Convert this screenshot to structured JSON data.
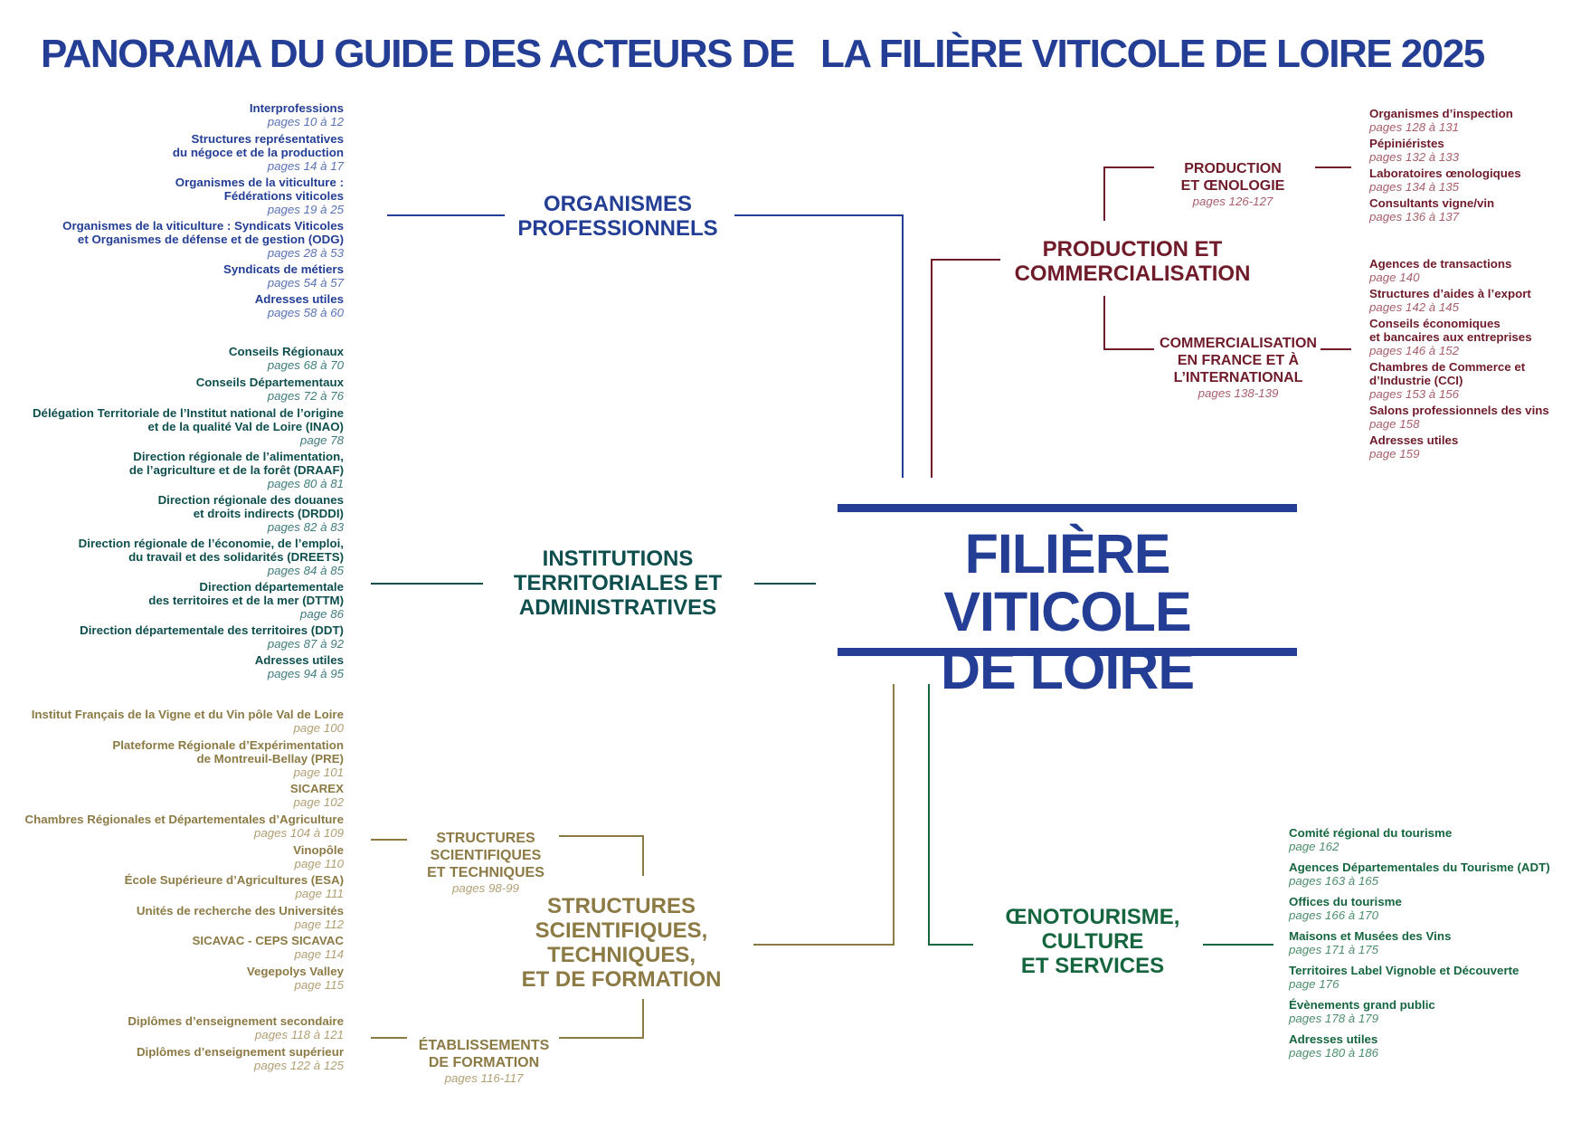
{
  "title": {
    "part1": "PANORAMA DU GUIDE DES ACTEURS DE",
    "part2": "LA FILIÈRE VITICOLE DE LOIRE 2025"
  },
  "center": {
    "label": "FILIÈRE VITICOLE\nDE LOIRE",
    "color": "#233e94"
  },
  "branches": {
    "organismes": {
      "label": "ORGANISMES\nPROFESSIONNELS",
      "color": "#233e94",
      "items": [
        {
          "label": "Interprofessions",
          "pages": "pages 10 à 12"
        },
        {
          "label": "Structures représentatives\ndu négoce et de la production",
          "pages": "pages 14 à 17"
        },
        {
          "label": "Organismes de la viticulture :\nFédérations viticoles",
          "pages": "pages 19 à 25"
        },
        {
          "label": "Organismes de la viticulture : Syndicats Viticoles\net Organismes de défense et de gestion (ODG)",
          "pages": "pages 28 à 53"
        },
        {
          "label": "Syndicats de métiers",
          "pages": "pages 54 à 57"
        },
        {
          "label": "Adresses utiles",
          "pages": "pages 58 à 60"
        }
      ]
    },
    "institutions": {
      "label": "INSTITUTIONS\nTERRITORIALES ET\nADMINISTRATIVES",
      "color": "#0e4f4e",
      "items": [
        {
          "label": "Conseils Régionaux",
          "pages": "pages 68 à 70"
        },
        {
          "label": "Conseils Départementaux",
          "pages": "pages 72 à 76"
        },
        {
          "label": "Délégation Territoriale de l’Institut national de l’origine\net de la qualité Val de Loire (INAO)",
          "pages": "page 78"
        },
        {
          "label": "Direction régionale de l’alimentation,\nde l’agriculture et de la forêt (DRAAF)",
          "pages": "pages 80 à 81"
        },
        {
          "label": "Direction régionale des douanes\net droits indirects (DRDDI)",
          "pages": "pages 82 à 83"
        },
        {
          "label": "Direction régionale de l’économie, de l’emploi,\ndu travail et des solidarités (DREETS)",
          "pages": "pages 84 à 85"
        },
        {
          "label": "Direction départementale\ndes territoires et de la mer (DTTM)",
          "pages": "page 86"
        },
        {
          "label": "Direction départementale des territoires (DDT)",
          "pages": "pages 87 à 92"
        },
        {
          "label": "Adresses utiles",
          "pages": "pages 94 à 95"
        }
      ]
    },
    "structures": {
      "label": "STRUCTURES\nSCIENTIFIQUES,\nTECHNIQUES,\nET DE FORMATION",
      "color": "#8c7a45",
      "sub_scientifiques": {
        "label": "STRUCTURES\nSCIENTIFIQUES\nET TECHNIQUES",
        "pages": "pages 98-99",
        "items": [
          {
            "label": "Institut Français de la Vigne et du Vin pôle Val de Loire",
            "pages": "page 100"
          },
          {
            "label": "Plateforme Régionale d’Expérimentation\nde Montreuil-Bellay (PRE)",
            "pages": "page 101"
          },
          {
            "label": "SICAREX",
            "pages": "page 102"
          },
          {
            "label": "Chambres Régionales et Départementales d’Agriculture",
            "pages": "pages 104 à 109"
          },
          {
            "label": "Vinopôle",
            "pages": "page 110"
          },
          {
            "label": "École Supérieure d’Agricultures (ESA)",
            "pages": "page 111"
          },
          {
            "label": "Unités de recherche des Universités",
            "pages": "page 112"
          },
          {
            "label": "SICAVAC - CEPS SICAVAC",
            "pages": "page 114"
          },
          {
            "label": "Vegepolys Valley",
            "pages": "page 115"
          }
        ]
      },
      "sub_formation": {
        "label": "ÉTABLISSEMENTS\nDE FORMATION",
        "pages": "pages 116-117",
        "items": [
          {
            "label": "Diplômes d’enseignement secondaire",
            "pages": "pages 118 à 121"
          },
          {
            "label": "Diplômes d’enseignement supérieur",
            "pages": "pages 122 à 125"
          }
        ]
      }
    },
    "production": {
      "label": "PRODUCTION ET\nCOMMERCIALISATION",
      "color": "#6f1b2a",
      "sub_oenologie": {
        "label": "PRODUCTION\nET ŒNOLOGIE",
        "pages": "pages 126-127",
        "items": [
          {
            "label": "Organismes d’inspection",
            "pages": "pages 128 à 131"
          },
          {
            "label": "Pépiniéristes",
            "pages": "pages 132 à 133"
          },
          {
            "label": "Laboratoires œnologiques",
            "pages": "pages 134 à 135"
          },
          {
            "label": "Consultants vigne/vin",
            "pages": "pages 136 à 137"
          }
        ]
      },
      "sub_commercialisation": {
        "label": "COMMERCIALISATION\nEN FRANCE ET À\nL’INTERNATIONAL",
        "pages": "pages 138-139",
        "items": [
          {
            "label": "Agences de transactions",
            "pages": "page 140"
          },
          {
            "label": "Structures d’aides à l’export",
            "pages": "pages 142 à 145"
          },
          {
            "label": "Conseils économiques\net bancaires aux entreprises",
            "pages": "pages 146 à 152"
          },
          {
            "label": "Chambres de Commerce et\nd’Industrie (CCI)",
            "pages": "pages 153 à 156"
          },
          {
            "label": "Salons professionnels des vins",
            "pages": "page 158"
          },
          {
            "label": "Adresses utiles",
            "pages": "page 159"
          }
        ]
      }
    },
    "oenotourisme": {
      "label": "ŒNOTOURISME,\nCULTURE\nET SERVICES",
      "color": "#15663f",
      "items": [
        {
          "label": "Comité régional du tourisme",
          "pages": "page 162"
        },
        {
          "label": "Agences Départementales du Tourisme (ADT)",
          "pages": "pages 163 à 165"
        },
        {
          "label": "Offices du tourisme",
          "pages": "pages 166 à 170"
        },
        {
          "label": "Maisons et Musées des Vins",
          "pages": "pages 171 à 175"
        },
        {
          "label": "Territoires Label Vignoble et Découverte",
          "pages": "page 176"
        },
        {
          "label": "Évènements grand public",
          "pages": "pages 178 à 179"
        },
        {
          "label": "Adresses utiles",
          "pages": "pages 180 à 186"
        }
      ]
    }
  }
}
